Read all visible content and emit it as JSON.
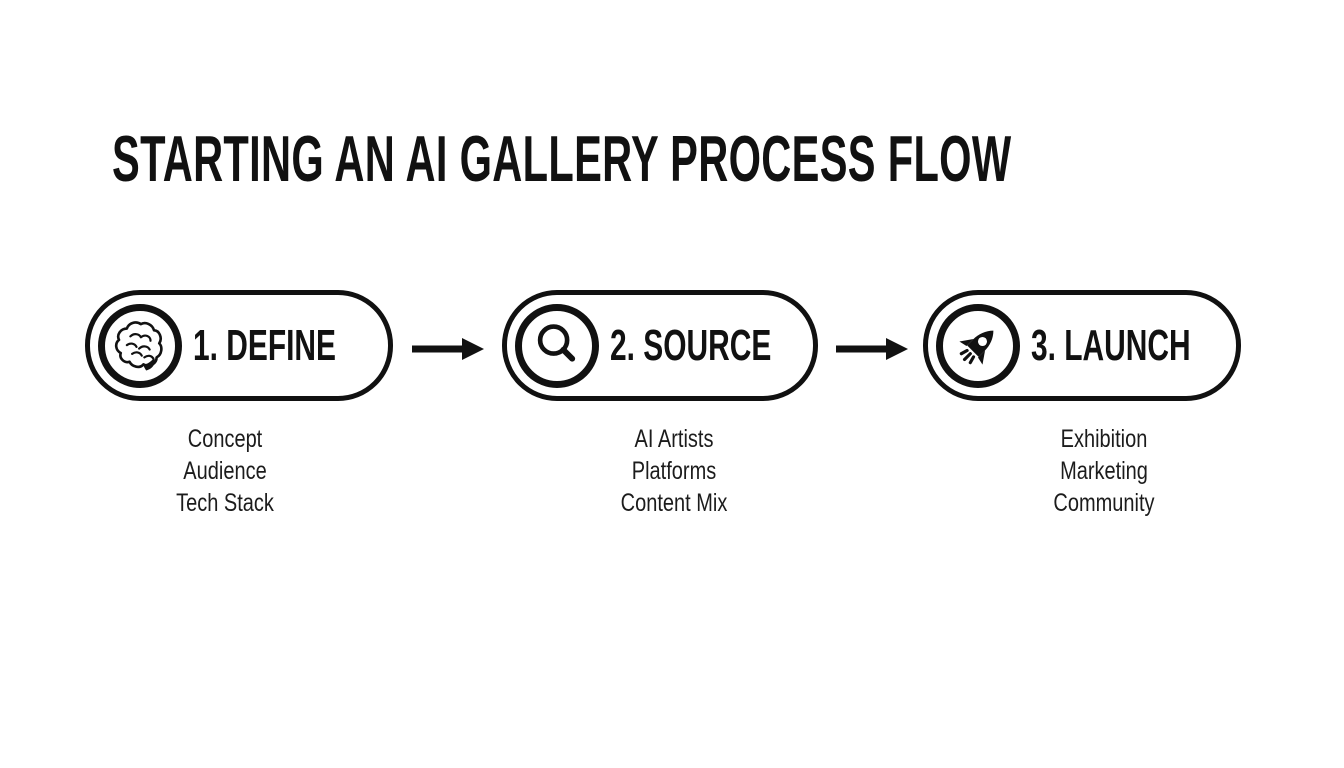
{
  "title": "STARTING AN AI GALLERY PROCESS FLOW",
  "steps": [
    {
      "label": "1. DEFINE",
      "icon": "brain-icon",
      "items": [
        "Concept",
        "Audience",
        "Tech Stack"
      ]
    },
    {
      "label": "2. SOURCE",
      "icon": "search-icon",
      "items": [
        "AI Artists",
        "Platforms",
        "Content Mix"
      ]
    },
    {
      "label": "3. LAUNCH",
      "icon": "rocket-icon",
      "items": [
        "Exhibition",
        "Marketing",
        "Community"
      ]
    }
  ],
  "colors": {
    "ink": "#111111",
    "detail_text": "#1c1c1c",
    "background": "#ffffff"
  }
}
